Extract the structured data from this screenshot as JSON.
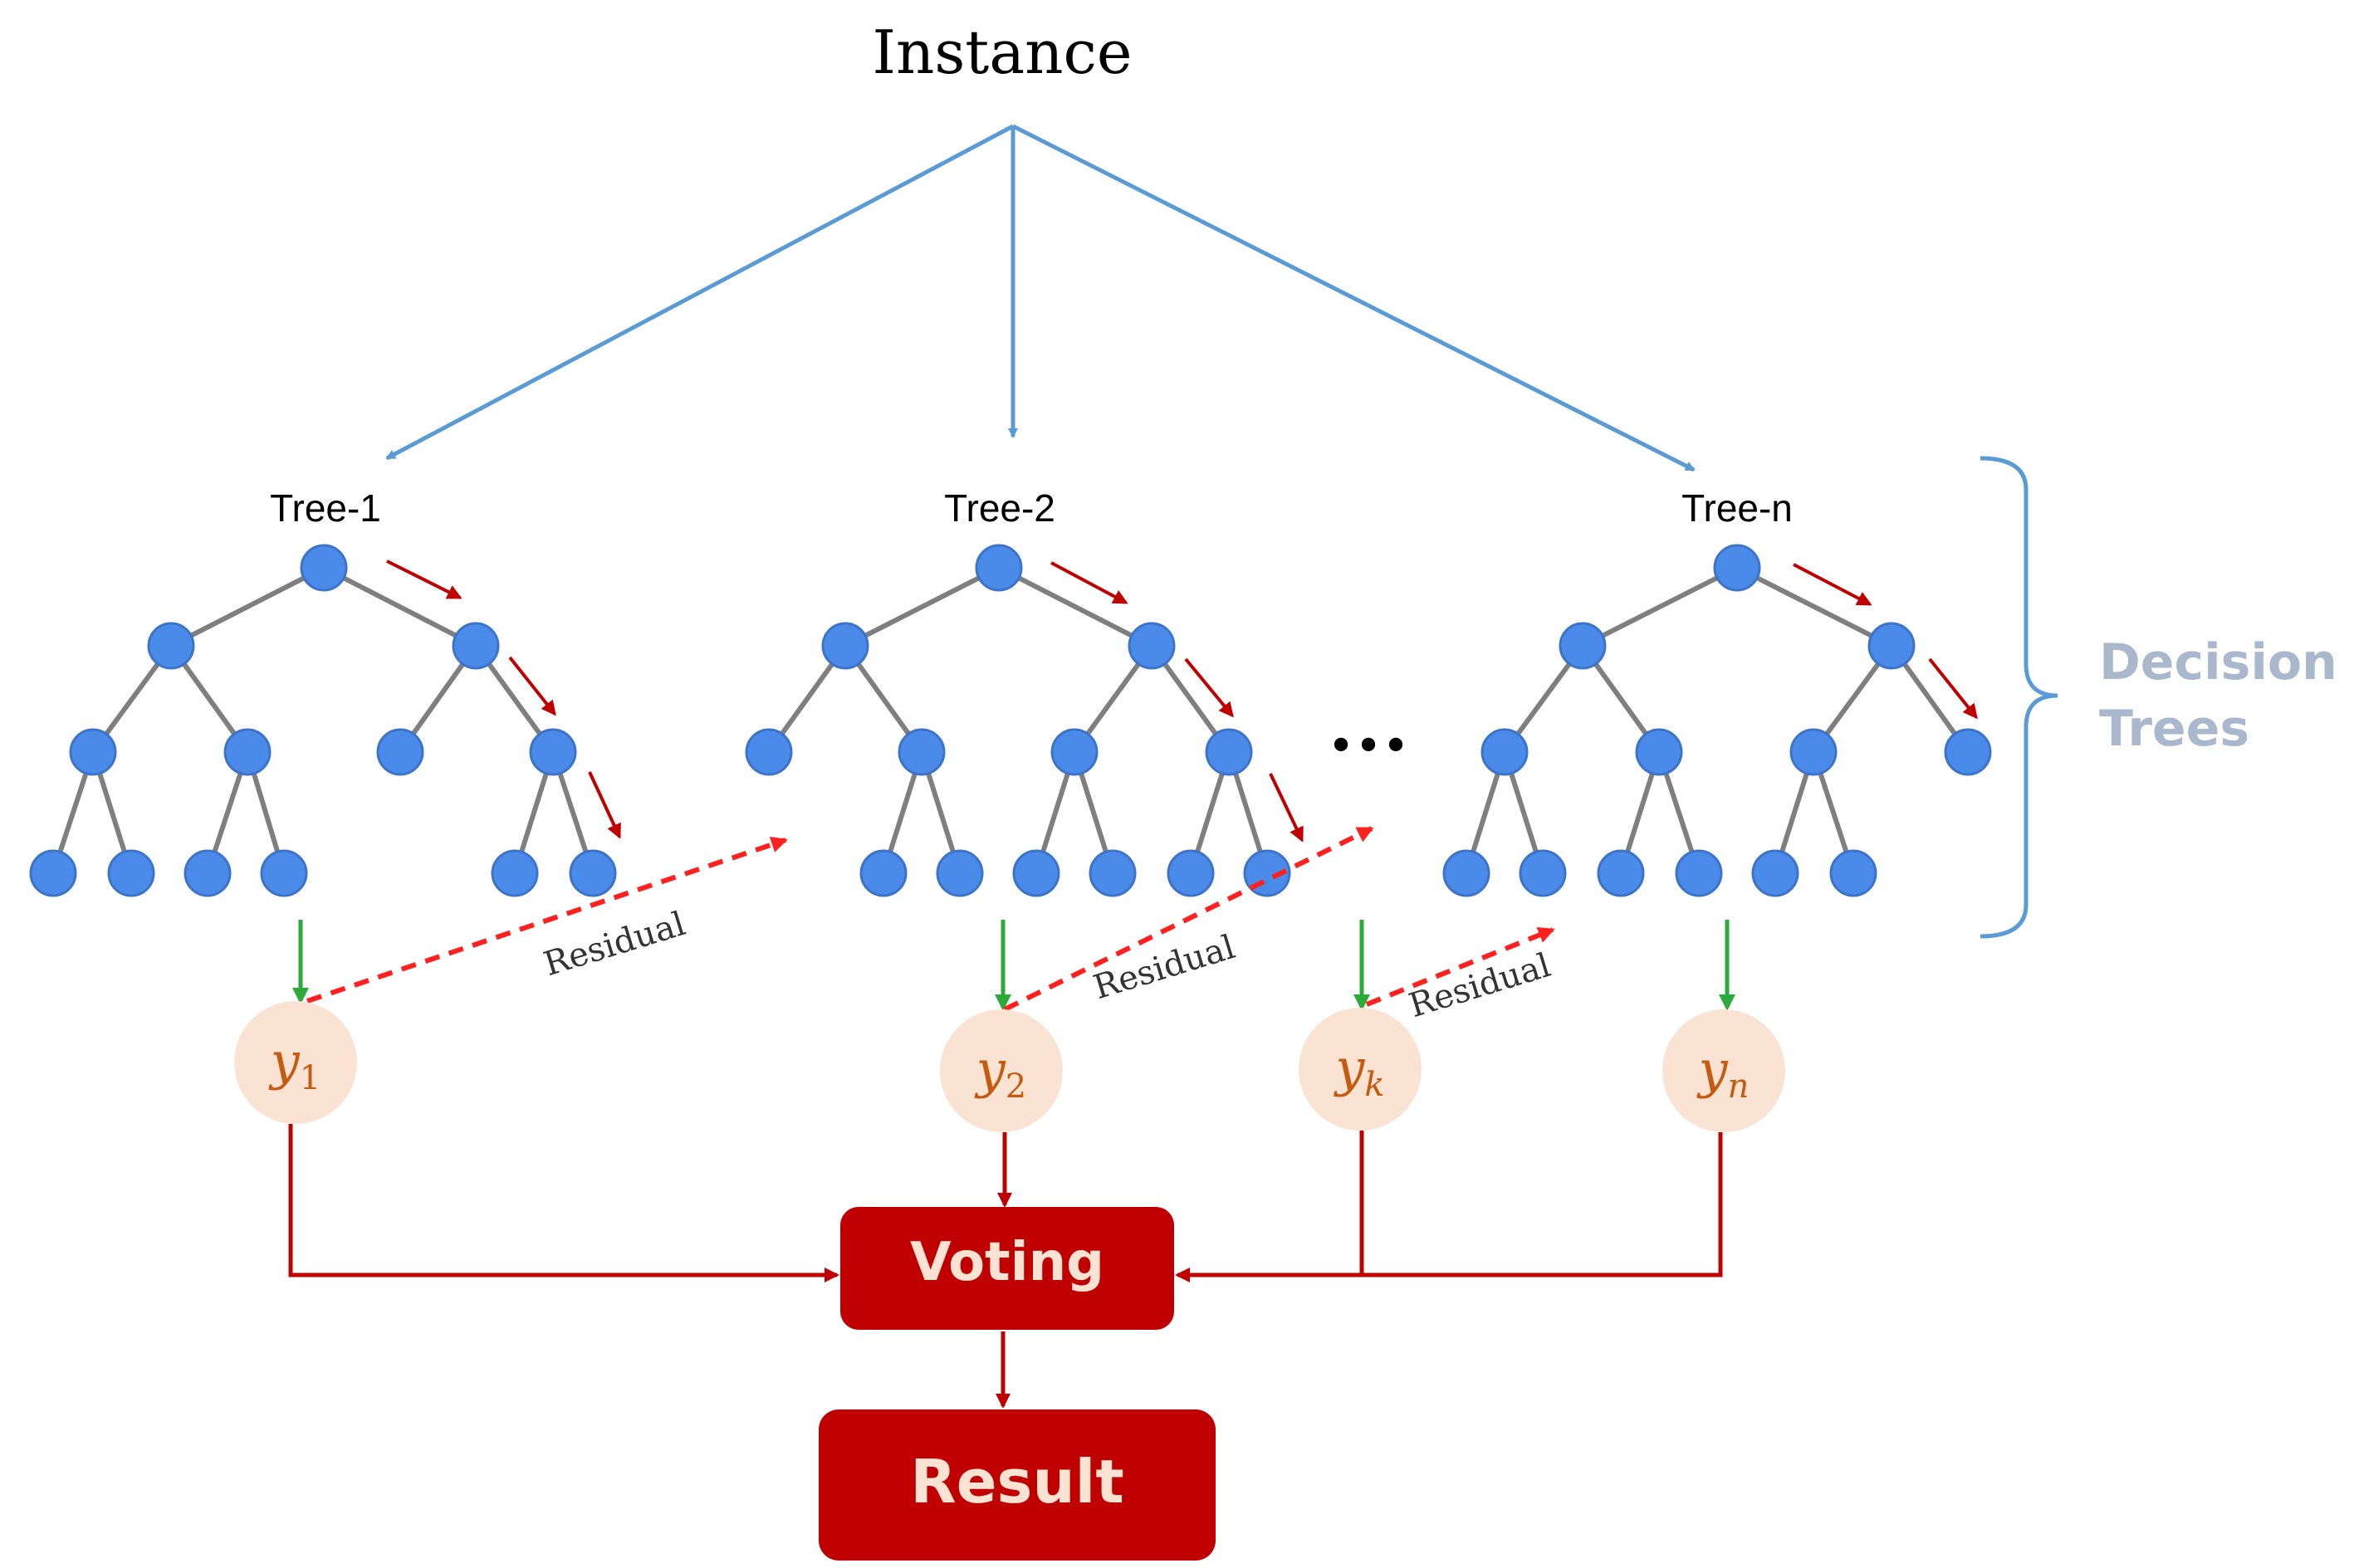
{
  "instance_label": "Instance",
  "side_label_line1": "Decision",
  "side_label_line2": "Trees",
  "ellipsis": "•••",
  "trees": [
    {
      "label": "Tree-1"
    },
    {
      "label": "Tree-2"
    },
    {
      "label": "Tree-n"
    }
  ],
  "residual_label": "Residual",
  "outputs": [
    {
      "var": "y",
      "sub": "1"
    },
    {
      "var": "y",
      "sub": "2"
    },
    {
      "var": "y",
      "sub": "k"
    },
    {
      "var": "y",
      "sub": "n"
    }
  ],
  "voting_label": "Voting",
  "result_label": "Result",
  "colors": {
    "instance_arrows": "#5b9bd5",
    "node_fill": "#4a8ae8",
    "node_stroke": "#3c74c9",
    "edge": "#7f7f7f",
    "path_arrow": "#c00000",
    "residual": "#ff2020",
    "green_arrow": "#2eaa3c",
    "output_circle": "#fbe3d4",
    "output_text": "#c55a11",
    "box_fill": "#c00000",
    "box_text": "#fbe3d4",
    "bracket": "#5b9bd5",
    "side_label": "#a9b8cc"
  }
}
